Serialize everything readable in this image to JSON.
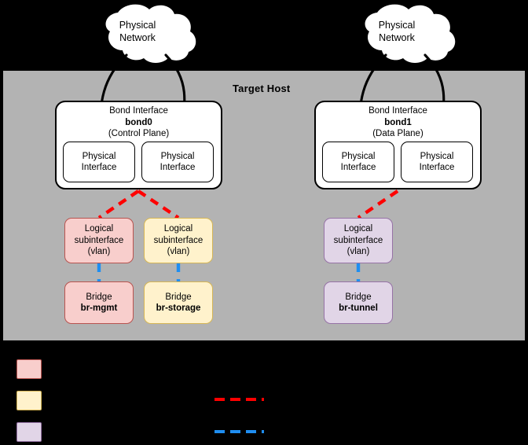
{
  "diagram": {
    "host_panel_title": "Target Host",
    "colors": {
      "host_panel": "#b3b3b3",
      "background": "#000000",
      "pink_fill": "#f8cecc",
      "pink_stroke": "#b85450",
      "yellow_fill": "#fff2cc",
      "yellow_stroke": "#d6b656",
      "purple_fill": "#e1d5e7",
      "purple_stroke": "#9673a6",
      "bond_link": "#ff0000",
      "bridge_link": "#1f8ef1",
      "box_stroke": "#000000",
      "box_fill": "#ffffff"
    },
    "clouds": [
      {
        "line1": "Physical",
        "line2": "Network"
      },
      {
        "line1": "Physical",
        "line2": "Network"
      }
    ],
    "bonds": [
      {
        "title": "Bond Interface",
        "name": "bond0",
        "role": "(Control Plane)",
        "ports": [
          {
            "line1": "Physical",
            "line2": "Interface"
          },
          {
            "line1": "Physical",
            "line2": "Interface"
          }
        ]
      },
      {
        "title": "Bond Interface",
        "name": "bond1",
        "role": "(Data Plane)",
        "ports": [
          {
            "line1": "Physical",
            "line2": "Interface"
          },
          {
            "line1": "Physical",
            "line2": "Interface"
          }
        ]
      }
    ],
    "vlans": [
      {
        "line1": "Logical",
        "line2": "subinterface",
        "line3": "(vlan)"
      },
      {
        "line1": "Logical",
        "line2": "subinterface",
        "line3": "(vlan)"
      },
      {
        "line1": "Logical",
        "line2": "subinterface",
        "line3": "(vlan)"
      }
    ],
    "bridges": [
      {
        "label": "Bridge",
        "name": "br-mgmt"
      },
      {
        "label": "Bridge",
        "name": "br-storage"
      },
      {
        "label": "Bridge",
        "name": "br-tunnel"
      }
    ],
    "legend": {
      "swatches": [
        {
          "label": "",
          "fill": "#f8cecc",
          "stroke": "#b85450"
        },
        {
          "label": "",
          "fill": "#fff2cc",
          "stroke": "#d6b656"
        },
        {
          "label": "",
          "fill": "#e1d5e7",
          "stroke": "#9673a6"
        }
      ],
      "lines": [
        {
          "label": "",
          "color": "#ff0000"
        },
        {
          "label": "",
          "color": "#1f8ef1"
        }
      ]
    }
  }
}
